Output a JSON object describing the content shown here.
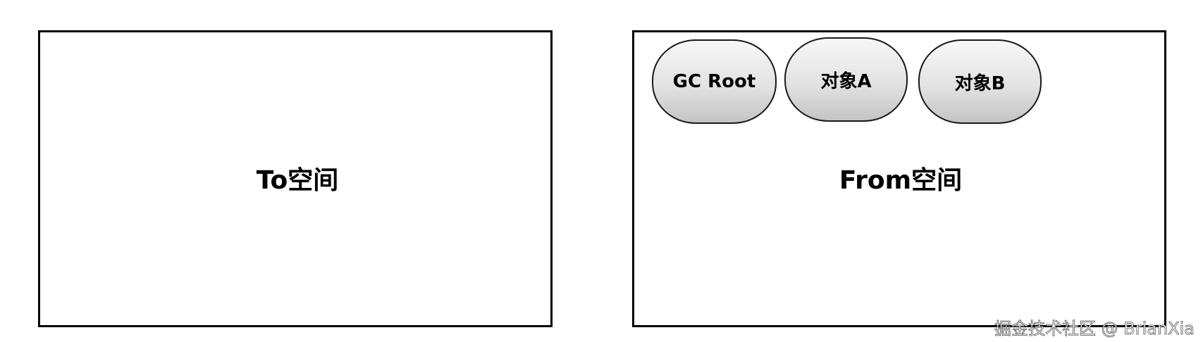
{
  "to_space": {
    "label": "To空间"
  },
  "from_space": {
    "label": "From空间",
    "objects": [
      {
        "label": "GC Root"
      },
      {
        "label": "对象A"
      },
      {
        "label": "对象B"
      }
    ]
  },
  "watermark": {
    "text": "掘金技术社区 @ BrianXia"
  }
}
